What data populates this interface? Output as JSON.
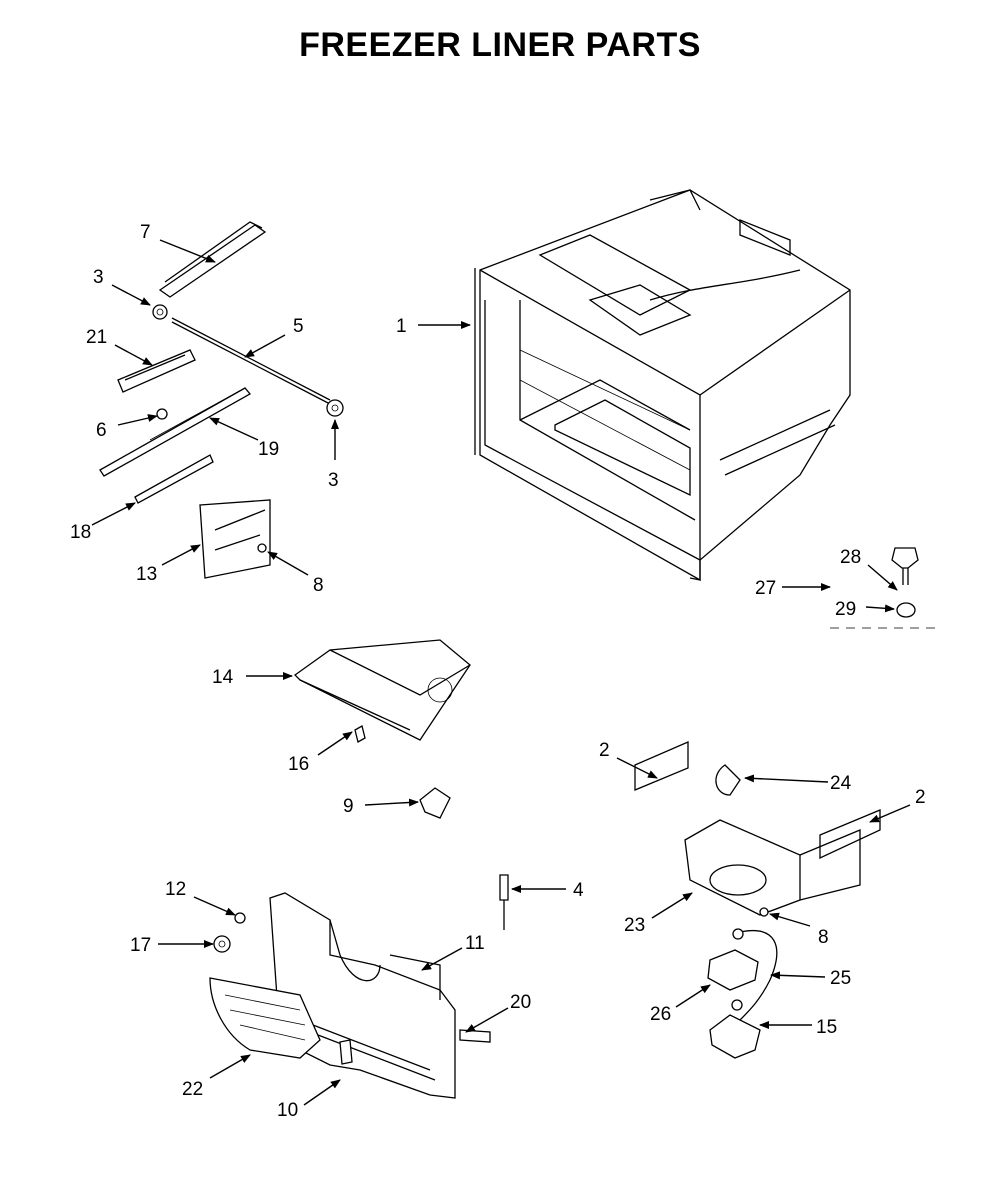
{
  "title": "FREEZER LINER PARTS",
  "callouts": [
    {
      "id": "c7",
      "label": "7"
    },
    {
      "id": "c3a",
      "label": "3"
    },
    {
      "id": "c5",
      "label": "5"
    },
    {
      "id": "c21",
      "label": "21"
    },
    {
      "id": "c6",
      "label": "6"
    },
    {
      "id": "c19",
      "label": "19"
    },
    {
      "id": "c3b",
      "label": "3"
    },
    {
      "id": "c18",
      "label": "18"
    },
    {
      "id": "c13",
      "label": "13"
    },
    {
      "id": "c8a",
      "label": "8"
    },
    {
      "id": "c1",
      "label": "1"
    },
    {
      "id": "c28",
      "label": "28"
    },
    {
      "id": "c27",
      "label": "27"
    },
    {
      "id": "c29",
      "label": "29"
    },
    {
      "id": "c14",
      "label": "14"
    },
    {
      "id": "c16",
      "label": "16"
    },
    {
      "id": "c9",
      "label": "9"
    },
    {
      "id": "c2a",
      "label": "2"
    },
    {
      "id": "c24",
      "label": "24"
    },
    {
      "id": "c2b",
      "label": "2"
    },
    {
      "id": "c12",
      "label": "12"
    },
    {
      "id": "c4",
      "label": "4"
    },
    {
      "id": "c17",
      "label": "17"
    },
    {
      "id": "c11",
      "label": "11"
    },
    {
      "id": "c23",
      "label": "23"
    },
    {
      "id": "c8b",
      "label": "8"
    },
    {
      "id": "c25",
      "label": "25"
    },
    {
      "id": "c20",
      "label": "20"
    },
    {
      "id": "c26",
      "label": "26"
    },
    {
      "id": "c15",
      "label": "15"
    },
    {
      "id": "c22",
      "label": "22"
    },
    {
      "id": "c10",
      "label": "10"
    }
  ]
}
